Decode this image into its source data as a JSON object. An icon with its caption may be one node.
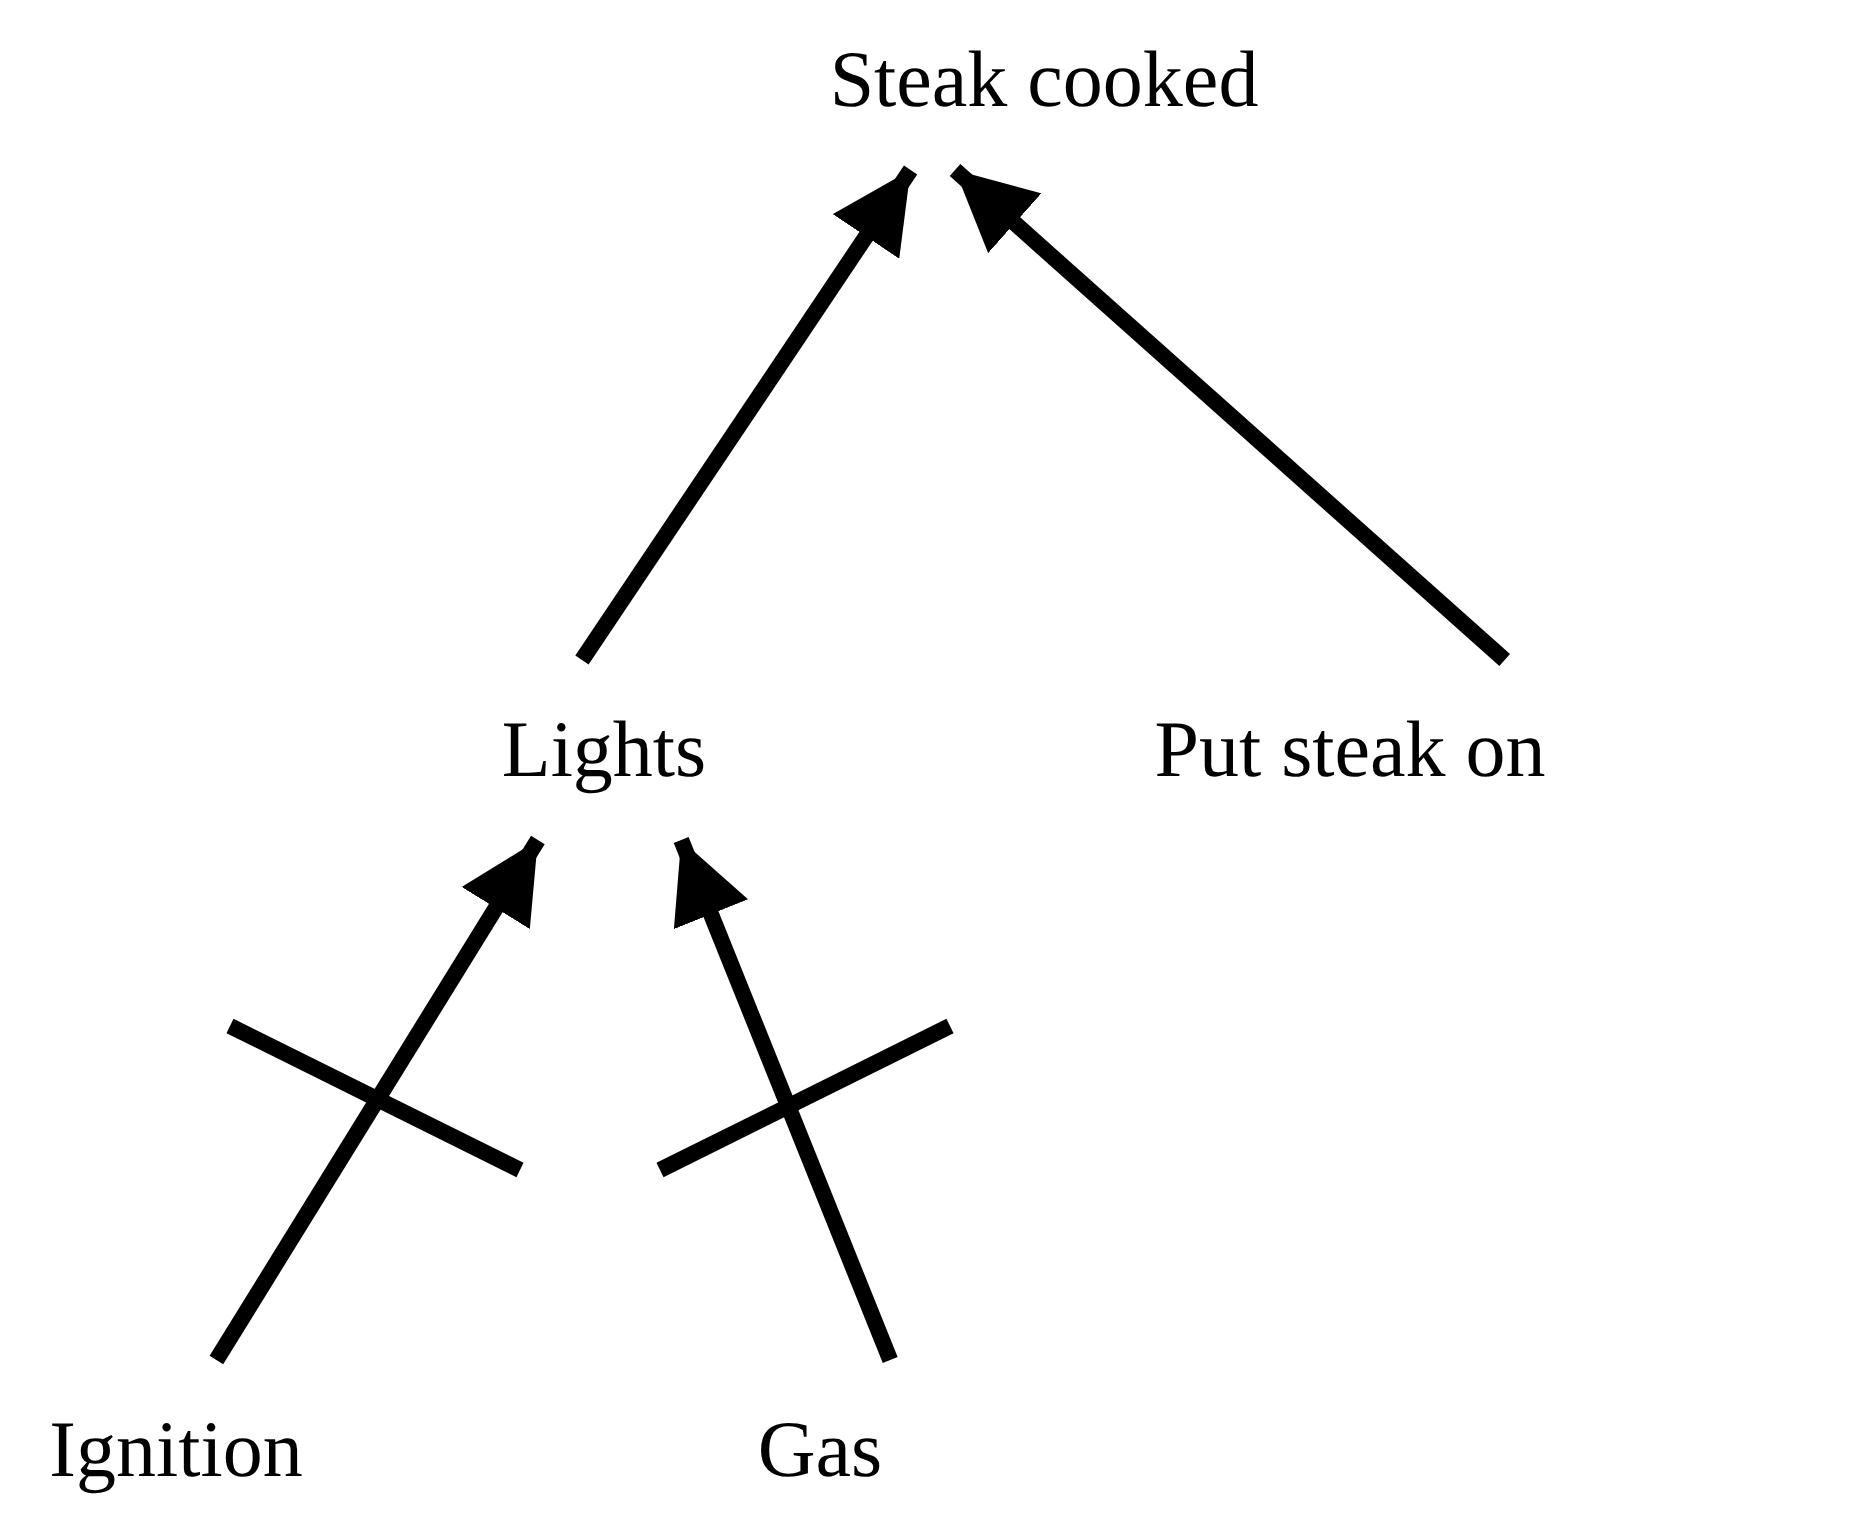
{
  "diagram": {
    "nodes": [
      {
        "text": [
          "Steak cooked"
        ]
      },
      {
        "text": [
          "Lights"
        ]
      },
      {
        "text": [
          "Put steak on"
        ]
      },
      {
        "text": [
          "Ignition"
        ]
      },
      {
        "text": [
          "Gas"
        ]
      }
    ],
    "edges": [
      {
        "from": 1,
        "to": 0,
        "arrow": "to"
      },
      {
        "from": 2,
        "to": 0,
        "arrow": "to"
      },
      {
        "from": 3,
        "to": 1,
        "arrow": "to"
      },
      {
        "from": 4,
        "to": 1,
        "arrow": "to"
      }
    ]
  }
}
